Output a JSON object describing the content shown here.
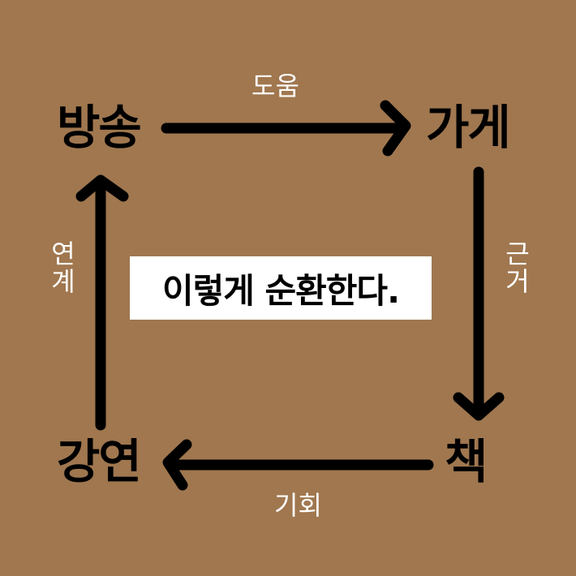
{
  "background_color": "#a0774f",
  "center": {
    "text": "이렇게 순환한다."
  },
  "nodes": {
    "top_left": "방송",
    "top_right": "가게",
    "bottom_right": "책",
    "bottom_left": "강연"
  },
  "edges": {
    "top": {
      "label": "도움",
      "from": "방송",
      "to": "가게"
    },
    "right": {
      "label": "근거",
      "from": "가게",
      "to": "책"
    },
    "bottom": {
      "label": "기회",
      "from": "책",
      "to": "강연"
    },
    "left": {
      "label": "연계",
      "from": "강연",
      "to": "방송"
    }
  }
}
